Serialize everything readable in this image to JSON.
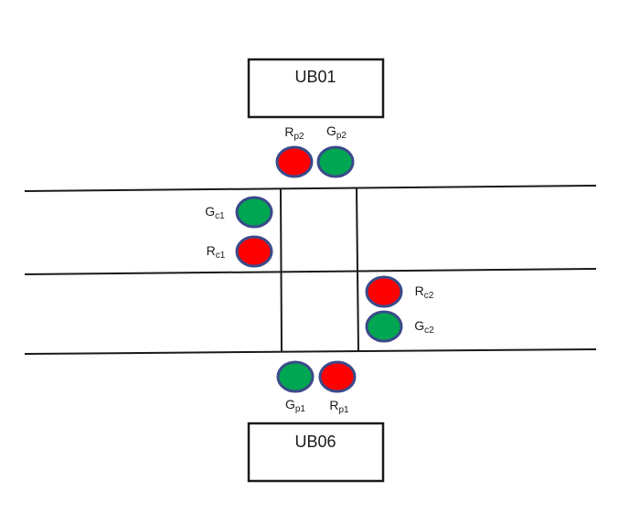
{
  "buildings": {
    "top": {
      "label": "UB01"
    },
    "bottom": {
      "label": "UB06"
    }
  },
  "lights": {
    "rp2": {
      "letter": "R",
      "sub": "p2",
      "state": "red"
    },
    "gp2": {
      "letter": "G",
      "sub": "p2",
      "state": "green"
    },
    "gc1": {
      "letter": "G",
      "sub": "c1",
      "state": "green"
    },
    "rc1": {
      "letter": "R",
      "sub": "c1",
      "state": "red"
    },
    "rc2": {
      "letter": "R",
      "sub": "c2",
      "state": "red"
    },
    "gc2": {
      "letter": "G",
      "sub": "c2",
      "state": "green"
    },
    "gp1": {
      "letter": "G",
      "sub": "p1",
      "state": "green"
    },
    "rp1": {
      "letter": "R",
      "sub": "p1",
      "state": "red"
    }
  },
  "colors": {
    "red_light": "#ff0000",
    "green_light": "#00a651",
    "light_outline": "#3b4a8a",
    "line": "#1a1a1a"
  }
}
